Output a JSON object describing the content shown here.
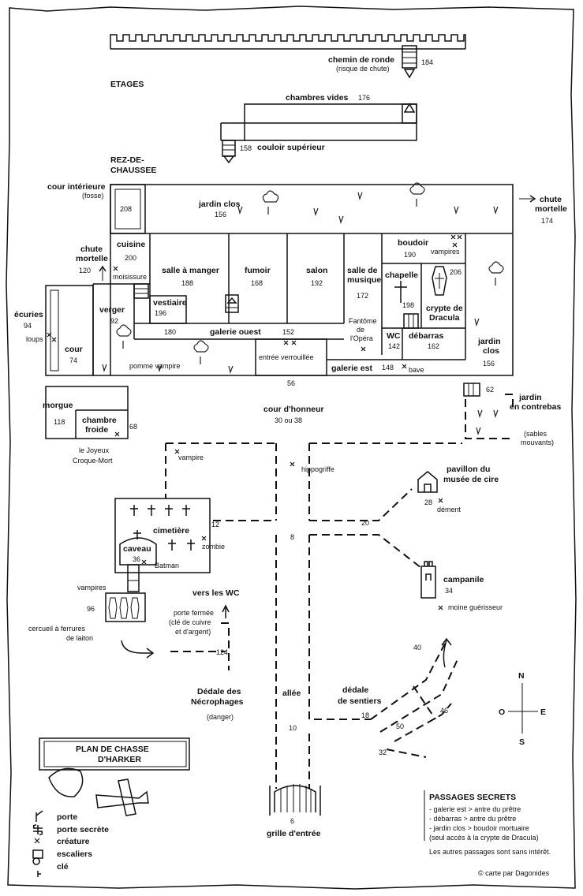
{
  "map": {
    "sections": {
      "floors": "ETAGES",
      "ground": "REZ-DE-CHAUSSEE"
    },
    "places": {
      "chemin_de_ronde": {
        "name": "chemin de ronde",
        "note": "(risque de chute)",
        "num": "184"
      },
      "chambres_vides": {
        "name": "chambres vides",
        "num": "176"
      },
      "couloir_superieur": {
        "name": "couloir supérieur",
        "num": "158"
      },
      "cour_interieure": {
        "name": "cour intérieure",
        "note": "(fosse)",
        "num": "208"
      },
      "jardin_clos_nord": {
        "name": "jardin clos",
        "num": "156"
      },
      "chute_mortelle_est": {
        "name1": "chute",
        "name2": "mortelle",
        "num": "174"
      },
      "chute_mortelle_ouest": {
        "name1": "chute",
        "name2": "mortelle",
        "num": "120"
      },
      "cuisine": {
        "name": "cuisine",
        "num": "200",
        "note": "moisissure"
      },
      "salle_a_manger": {
        "name": "salle à manger",
        "num": "188"
      },
      "fumoir": {
        "name": "fumoir",
        "num": "168"
      },
      "salon": {
        "name": "salon",
        "num": "192"
      },
      "salle_de_musique": {
        "name1": "salle de",
        "name2": "musique",
        "num": "172"
      },
      "boudoir": {
        "name": "boudoir",
        "num": "190",
        "note": "vampires"
      },
      "chapelle": {
        "name": "chapelle",
        "num": "198"
      },
      "crypte": {
        "name1": "crypte de",
        "name2": "Dracula",
        "num": "206"
      },
      "ecuries": {
        "name": "écuries",
        "num": "94",
        "note": "loups"
      },
      "verger": {
        "name": "verger",
        "num": "92",
        "note": "pomme vampire"
      },
      "vestiaire": {
        "name": "vestiaire",
        "num": "196"
      },
      "galerie_ouest": {
        "name": "galerie ouest",
        "num": "152",
        "num2": "180"
      },
      "cour": {
        "name": "cour",
        "num": "74"
      },
      "entree_verrouillee": {
        "name": "entrée verrouillée",
        "num": "56"
      },
      "fantome": {
        "line1": "Fantôme",
        "line2": "de",
        "line3": "l'Opéra"
      },
      "wc": {
        "name": "WC",
        "num": "142"
      },
      "debarras": {
        "name": "débarras",
        "num": "162"
      },
      "galerie_est": {
        "name": "galerie est",
        "num": "148",
        "note": "bave"
      },
      "jardin_clos_est": {
        "name1": "jardin",
        "name2": "clos",
        "num": "156"
      },
      "jardin_contrebas": {
        "name1": "jardin",
        "name2": "en contrebas",
        "num": "62",
        "note1": "(sables",
        "note2": "mouvants)"
      },
      "morgue": {
        "name": "morgue",
        "num": "118"
      },
      "chambre_froide": {
        "name1": "chambre",
        "name2": "froide",
        "num": "68"
      },
      "joyeux": {
        "line1": "le Joyeux",
        "line2": "Croque-Mort"
      },
      "cour_honneur": {
        "name": "cour d'honneur",
        "num": "30 ou 38"
      },
      "vampire_path": {
        "note": "vampire"
      },
      "hippogriffe": {
        "note": "hippogriffe"
      },
      "pavillon": {
        "name1": "pavillon du",
        "name2": "musée de cire",
        "num": "28",
        "note": "dément"
      },
      "cimetiere": {
        "name": "cimetière",
        "num": "12",
        "note": "zombie"
      },
      "caveau": {
        "name": "caveau",
        "num": "36",
        "note": "Batman"
      },
      "campanile": {
        "name": "campanile",
        "num": "34",
        "note": "moine guérisseur"
      },
      "vampires_cercueil": {
        "note": "vampires",
        "num": "96",
        "line1": "cercueil à ferrures",
        "line2": "de laiton"
      },
      "vers_wc": {
        "name": "vers les WC",
        "line1": "porte fermée",
        "line2": "(clé de cuivre",
        "line3": "et d'argent)",
        "num": "124"
      },
      "dedale_necrophages": {
        "name1": "Dédale des",
        "name2": "Nécrophages",
        "note": "(danger)"
      },
      "allee": {
        "name": "allée",
        "num8": "8",
        "num10": "10",
        "num6": "6",
        "num20": "20"
      },
      "dedale_sentiers": {
        "name1": "dédale",
        "name2": "de sentiers",
        "num18": "18",
        "num40": "40",
        "num46": "46",
        "num50": "50",
        "num32": "32"
      },
      "grille": {
        "name": "grille d'entrée"
      }
    },
    "compass": {
      "n": "N",
      "s": "S",
      "e": "E",
      "o": "O"
    },
    "title": {
      "line1": "PLAN DE CHASSE",
      "line2": "D'HARKER"
    },
    "legend": {
      "porte": "porte",
      "porte_secrete": "porte secrète",
      "creature": "créature",
      "escaliers": "escaliers",
      "cle": "clé"
    },
    "secrets": {
      "title": "PASSAGES SECRETS",
      "items": [
        "- galerie est > antre du prêtre",
        "- débarras > antre du prêtre",
        "- jardin clos > boudoir mortuaire",
        "(seul accès à la crypte de Dracula)"
      ],
      "footer": "Les autres passages sont sans intérêt."
    },
    "credit": "© carte par Dagonides"
  }
}
